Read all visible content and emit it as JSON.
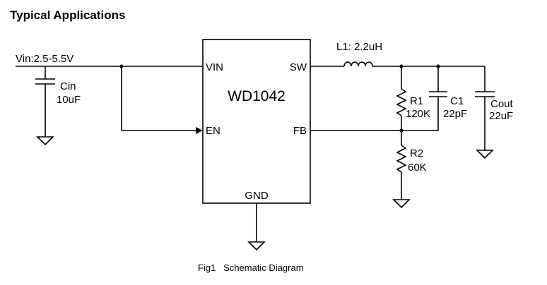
{
  "heading": "Typical Applications",
  "ic": {
    "name": "WD1042",
    "pins": {
      "vin": "VIN",
      "sw": "SW",
      "en": "EN",
      "fb": "FB",
      "gnd": "GND"
    }
  },
  "labels": {
    "vin": "Vin:2.5-5.5V",
    "l1": "L1: 2.2uH",
    "cin_name": "Cin",
    "cin_value": "10uF",
    "r1_name": "R1",
    "r1_value": "120K",
    "c1_name": "C1",
    "c1_value": "22pF",
    "cout_name": "Cout",
    "cout_value": "22uF",
    "r2_name": "R2",
    "r2_value": "60K"
  },
  "caption": "Fig1   Schematic Diagram"
}
